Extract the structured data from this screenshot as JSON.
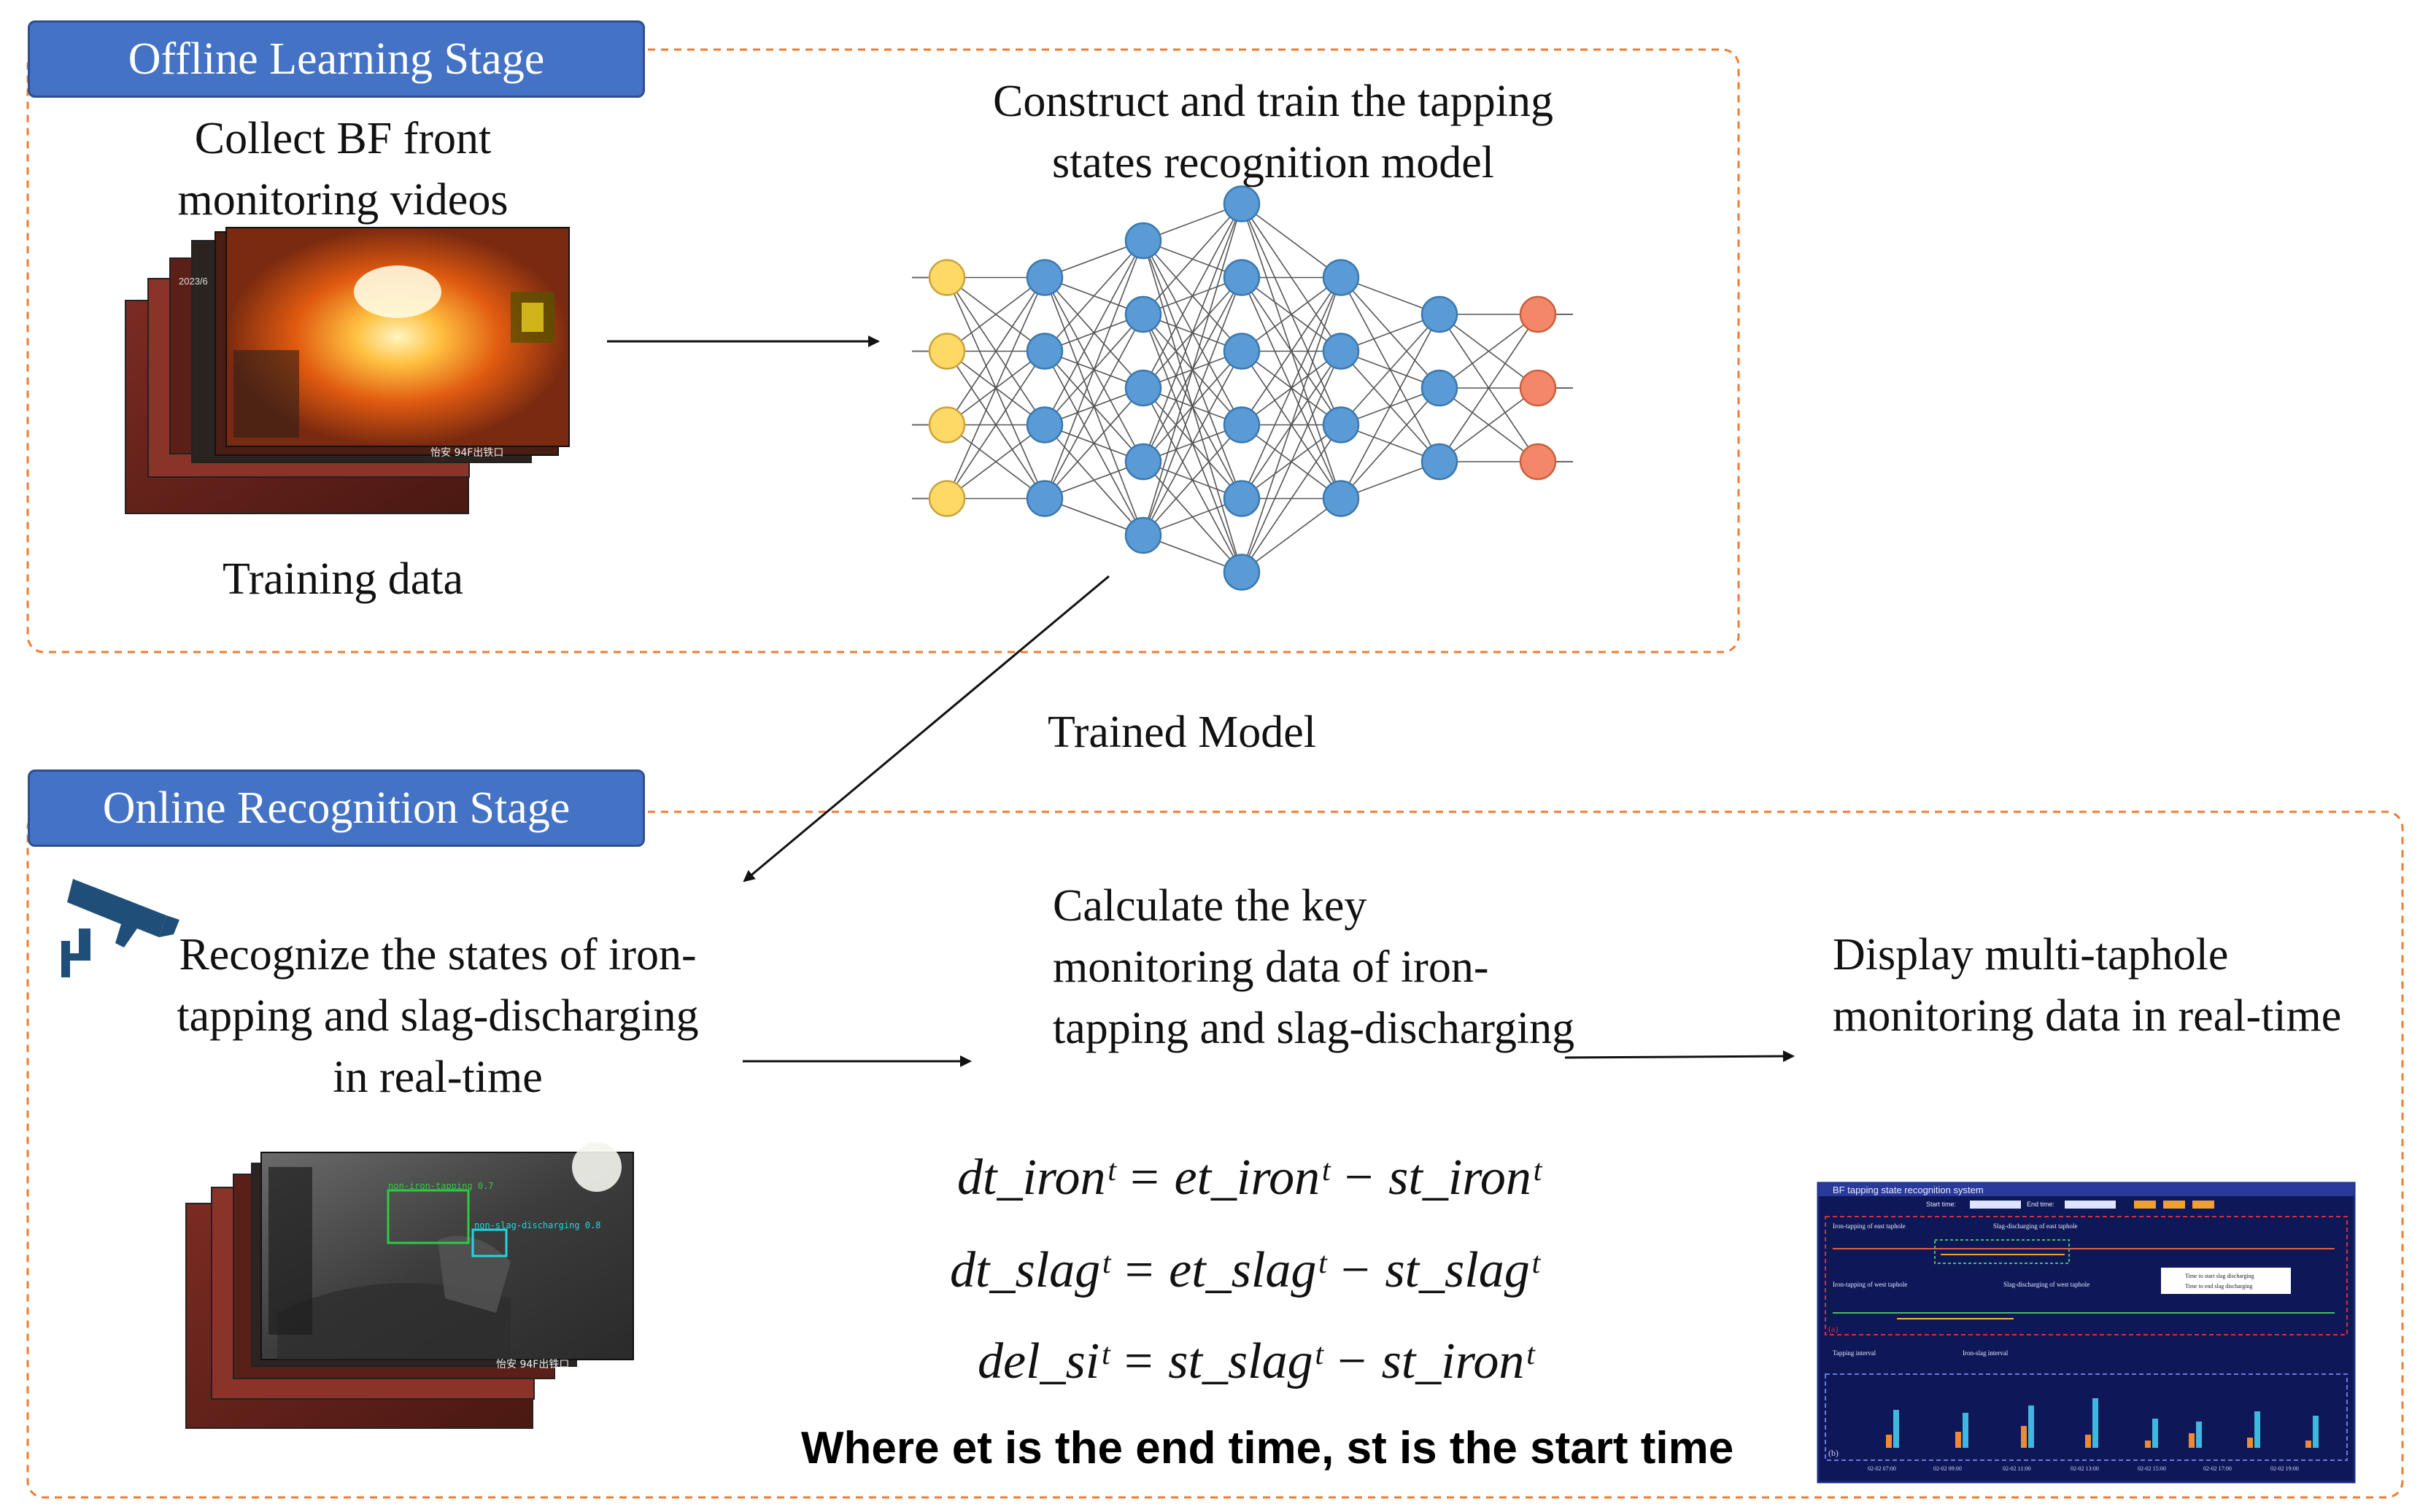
{
  "offline": {
    "label": "Offline Learning Stage",
    "collect_text": "Collect BF front monitoring videos",
    "training_label": "Training data",
    "model_text": "Construct and train the tapping states recognition model"
  },
  "trained_model_label": "Trained Model",
  "online": {
    "label": "Online Recognition Stage",
    "recognize_text": "Recognize the states of iron-tapping and slag-discharging in real-time",
    "calculate_text": "Calculate the key monitoring data of iron-tapping and slag-discharging",
    "display_text": "Display multi-taphole monitoring data in real-time"
  },
  "formulas": [
    "dt_ironᵗ = et_ironᵗ − st_ironᵗ",
    "dt_slagᵗ = et_slagᵗ − st_slagᵗ",
    "del_siᵗ = st_slagᵗ − st_ironᵗ"
  ],
  "note": "Where et is the end time, st is the start time",
  "photo_overlay": {
    "stamp": "怡安 94F出铁口",
    "det_1": "non-iron-tapping 0.7",
    "det_2": "non-slag-discharging 0.8"
  },
  "screen": {
    "title": "BF tapping state recognition system",
    "start_label": "Start time:",
    "end_label": "End time:",
    "legend_a1": "Iron-tapping of east taphole",
    "legend_a2": "Slag-discharging of east taphole",
    "legend_a3": "Iron-tapping of west taphole",
    "legend_a4": "Slag-discharging of west taphole",
    "panel_a": "(a)",
    "panel_b": "(b)",
    "legend_b1": "Tapping interval",
    "legend_b2": "Iron-slag interval",
    "tip_1": "Time to start slag discharging",
    "tip_2": "Time to end slag discharging",
    "xticks": [
      "02-02 07:00",
      "02-02 09:00",
      "02-02 11:00",
      "02-02 13:00",
      "02-02 15:00",
      "02-02 17:00",
      "02-02 19:00"
    ]
  },
  "colors": {
    "stage_fill": "#4472c4",
    "dashed_border": "#ed7d31",
    "input_node": "#ffd966",
    "hidden_node": "#5b9bd5",
    "output_node": "#f4866a",
    "screen_bg": "#0f1a5a"
  },
  "icons": {
    "camera": "security-camera-icon"
  },
  "network": {
    "layer_sizes": [
      4,
      4,
      5,
      6,
      4,
      3,
      3
    ]
  }
}
